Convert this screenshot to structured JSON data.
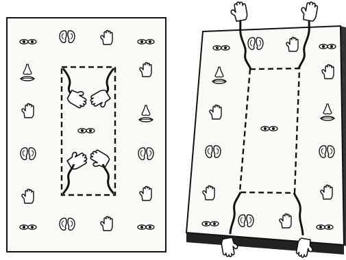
{
  "title": "",
  "colors": {
    "board": "#fbfaf7",
    "ink": "#111111",
    "edge": "#1a1a1a",
    "side": "#222222",
    "skin": "#ffffff"
  },
  "flat_board": {
    "name": "flat-game-board",
    "cells": [
      [
        "eyes",
        "ears",
        "hand",
        "eyes"
      ],
      [
        "nose-mouth",
        null,
        null,
        "hand"
      ],
      [
        "hand",
        null,
        null,
        "nose-mouth"
      ],
      [
        "ears",
        null,
        null,
        "ears"
      ],
      [
        "hand",
        null,
        null,
        "hand"
      ],
      [
        "eyes",
        "ears",
        "hand",
        "eyes"
      ]
    ],
    "center_icon": "eyes",
    "inner_hands": [
      "hand-left",
      "hand-right",
      "hand-left",
      "hand-right"
    ],
    "dashed_frame": true
  },
  "tilted_board": {
    "name": "tilted-game-board",
    "cells": [
      [
        "eyes",
        "ears",
        "hand",
        "eyes"
      ],
      [
        "nose-mouth",
        null,
        null,
        "hand"
      ],
      [
        "hand",
        null,
        null,
        "nose-mouth"
      ],
      [
        "ears",
        null,
        null,
        "ears"
      ],
      [
        "hand",
        null,
        null,
        "hand"
      ],
      [
        "eyes",
        "ears",
        "hand",
        "eyes"
      ]
    ],
    "center_icon": "eyes",
    "outer_hands": [
      "hand-top-left",
      "hand-top-right",
      "hand-bottom-left",
      "hand-bottom-right"
    ],
    "dashed_frame": true
  },
  "icon_names": {
    "eyes": "eyes-icon",
    "ears": "ears-icon",
    "hand": "hand-icon",
    "nose-mouth": "nose-mouth-icon"
  }
}
